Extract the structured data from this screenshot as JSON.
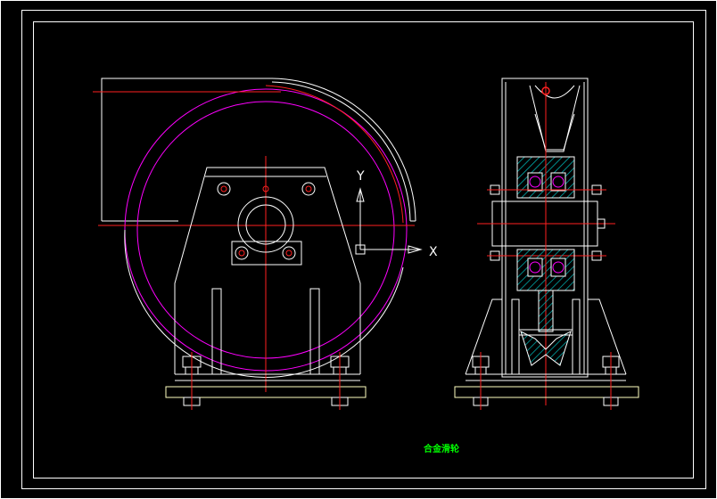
{
  "drawing": {
    "title": "合金滑轮",
    "axis_x_label": "X",
    "axis_y_label": "Y"
  },
  "colors": {
    "background": "#000000",
    "outline": "#ffffff",
    "centerline": "#ff2020",
    "wheel_circle": "#ff00ff",
    "hatch": "#00b3b3",
    "bolt": "#ffffff",
    "bolt_center": "#ff2020",
    "title": "#00ff00",
    "base_plate": "#ffffc0"
  }
}
